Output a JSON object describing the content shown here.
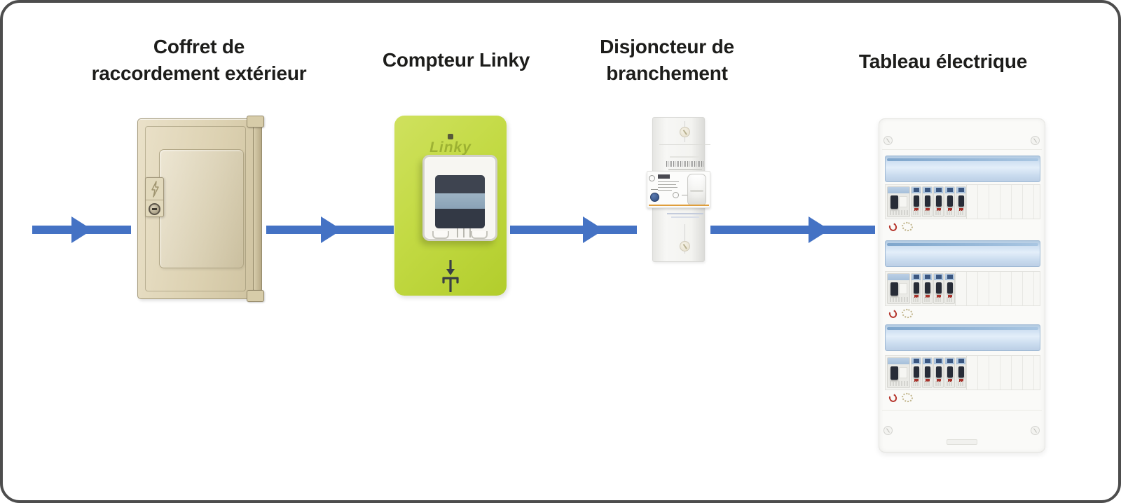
{
  "canvas": {
    "background": "#FFFFFF",
    "frame_color": "#4D4D4D"
  },
  "colors": {
    "arrow": "#4472C4",
    "linky_green": "#C3DA44",
    "coffret_beige": "#DCD1B1",
    "strip_blue": "#C9DCEF"
  },
  "flow": {
    "steps": [
      {
        "id": "coffret-raccordement-exterieur",
        "label": "Coffret de\nraccordement extérieur",
        "picture": "beige-outdoor-connection-cabinet"
      },
      {
        "id": "compteur-linky",
        "label": "Compteur Linky",
        "device_text": "Linky",
        "picture": "green-linky-smart-meter"
      },
      {
        "id": "disjoncteur-branchement",
        "label": "Disjoncteur de\nbranchement",
        "picture": "white-main-circuit-breaker"
      },
      {
        "id": "tableau-electrique",
        "label": "Tableau électrique",
        "picture": "white-distribution-board-3-rows"
      }
    ]
  },
  "tableau": {
    "rows_breakers": [
      5,
      4,
      5
    ]
  }
}
